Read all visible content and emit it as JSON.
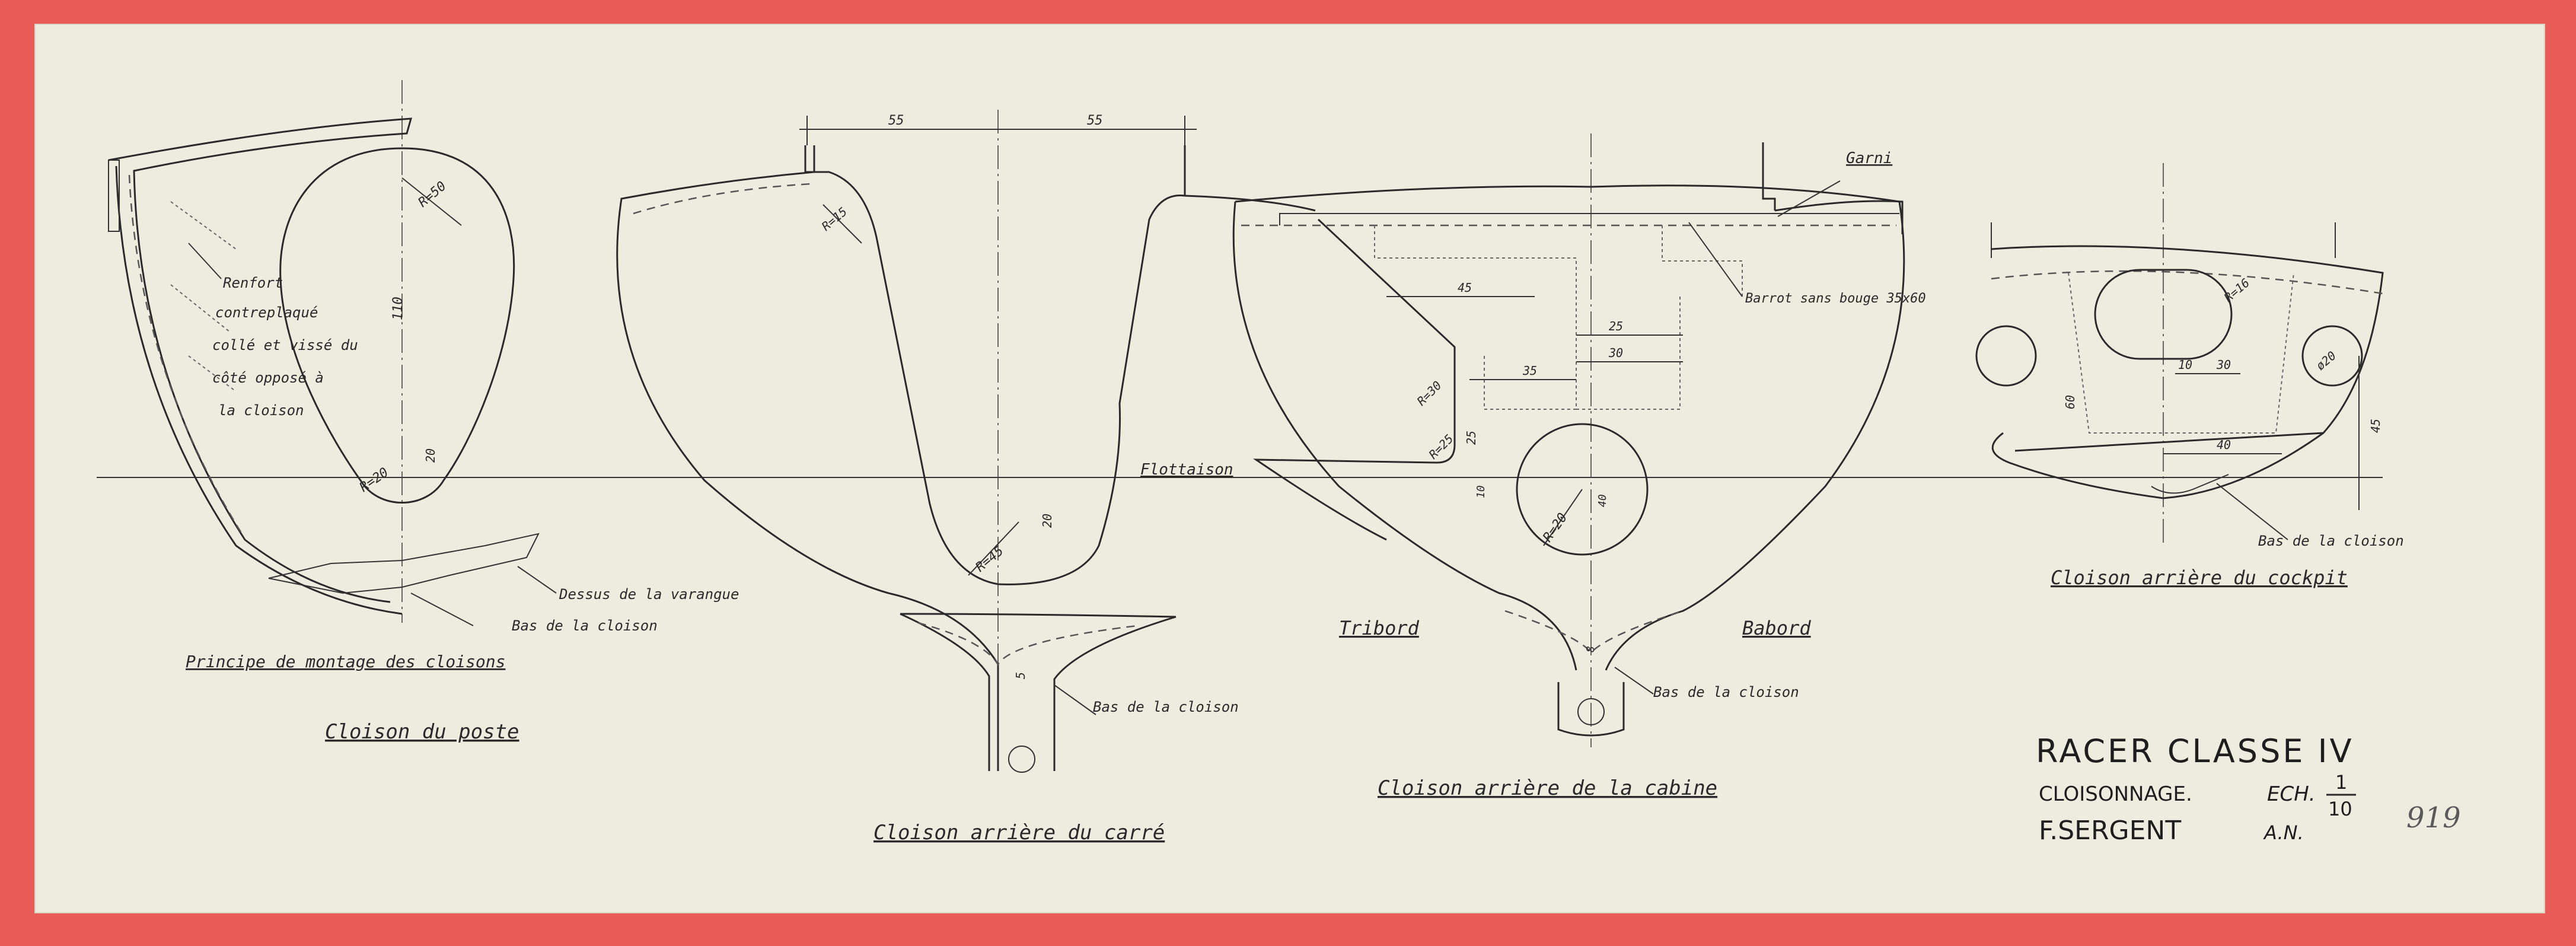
{
  "drawing": {
    "title": "RACER CLASSE IV",
    "subtitle": "CLOISONNAGE.",
    "scale_prefix": "ECH.",
    "scale_num": "1",
    "scale_den": "10",
    "author": "F.SERGENT",
    "author_suffix": "A.N.",
    "sheet_number": "919"
  },
  "sections": {
    "poste": {
      "caption": "Cloison du poste",
      "principle": "Principe de montage des cloisons",
      "note_lines": [
        "Renfort",
        "contreplaqué",
        "collé et vissé du",
        "côté opposé à",
        "la cloison"
      ],
      "dessus": "Dessus de la varangue",
      "bas": "Bas de la cloison",
      "r1": "R=50",
      "r2": "R=20",
      "d1": "110",
      "d2": "20"
    },
    "carre": {
      "caption": "Cloison arrière du carré",
      "flottaison": "Flottaison",
      "bas": "Bas de la cloison",
      "dim_left": "55",
      "dim_right": "55",
      "r1": "R=15",
      "r2": "R=45",
      "d1": "20",
      "d2": "5"
    },
    "cabine": {
      "caption": "Cloison arrière de la cabine",
      "tribord": "Tribord",
      "babord": "Babord",
      "garni": "Garni",
      "barrot": "Barrot sans bouge 35x60",
      "bas": "Bas de la cloison",
      "dims": [
        "45",
        "25",
        "30",
        "35"
      ],
      "r1": "R=30",
      "r2": "R=20",
      "r3": "R=25",
      "d1": "25",
      "d2": "10",
      "d3": "40",
      "d4": "8"
    },
    "cockpit": {
      "caption": "Cloison arrière du cockpit",
      "bas": "Bas de la cloison",
      "r1": "R=16",
      "d1": "10",
      "d2": "30",
      "d3": "ø20",
      "d4": "60",
      "d5": "40",
      "d6": "45"
    }
  }
}
